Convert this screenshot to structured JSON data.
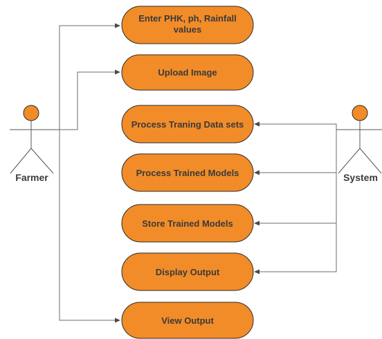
{
  "actors": {
    "left": {
      "label": "Farmer"
    },
    "right": {
      "label": "System"
    }
  },
  "use_cases": [
    {
      "line1": "Enter PHK, ph, Rainfall",
      "line2": "values"
    },
    {
      "line1": "Upload Image"
    },
    {
      "line1": "Process Traning Data sets"
    },
    {
      "line1": "Process Trained Models"
    },
    {
      "line1": "Store Trained Models"
    },
    {
      "line1": "Display Output"
    },
    {
      "line1": "View Output"
    }
  ],
  "colors": {
    "use_case_fill": "#f28c28",
    "actor_head_fill": "#f28c28",
    "text": "#3a3a3a",
    "connector": "#6b6b6b"
  }
}
